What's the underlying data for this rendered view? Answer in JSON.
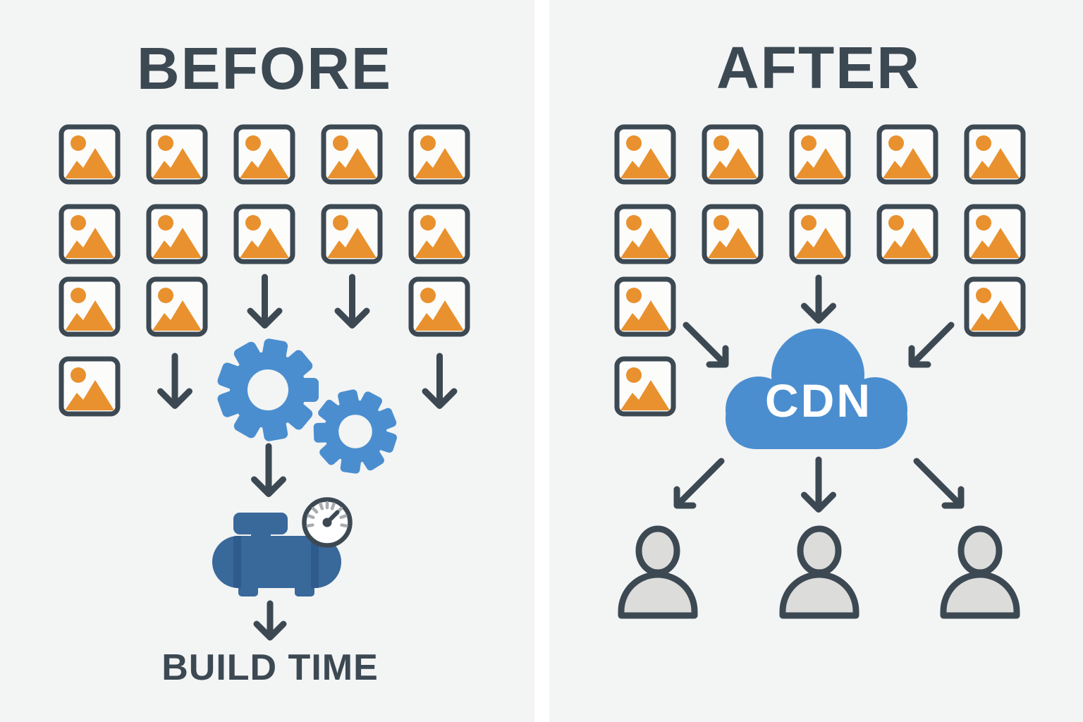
{
  "before": {
    "title": "BEFORE",
    "caption": "BUILD TIME",
    "description": "many images flow through processing gears into a build machine",
    "image_icons": {
      "row1": 5,
      "row2": 5,
      "row3": 3,
      "row4": 1,
      "total": 14
    },
    "gears": 2
  },
  "after": {
    "title": "AFTER",
    "cloud_label": "CDN",
    "description": "images flow into a CDN cloud which serves three users",
    "image_icons": {
      "row1": 5,
      "row2": 5,
      "row3": 2,
      "row4": 1,
      "total": 13
    },
    "users": 3
  },
  "colors": {
    "panel_background": "#f3f4f4",
    "divider": "#ffffff",
    "ink_dark_slate": "#3c4953",
    "image_orange": "#e8912e",
    "gear_cloud_blue": "#4a8ecf",
    "machine_blue": "#39689b",
    "machine_seam_blue": "#2e5a8c",
    "user_fill_gray": "#dcdcda",
    "gauge_tick_gray": "#a9adb0"
  }
}
